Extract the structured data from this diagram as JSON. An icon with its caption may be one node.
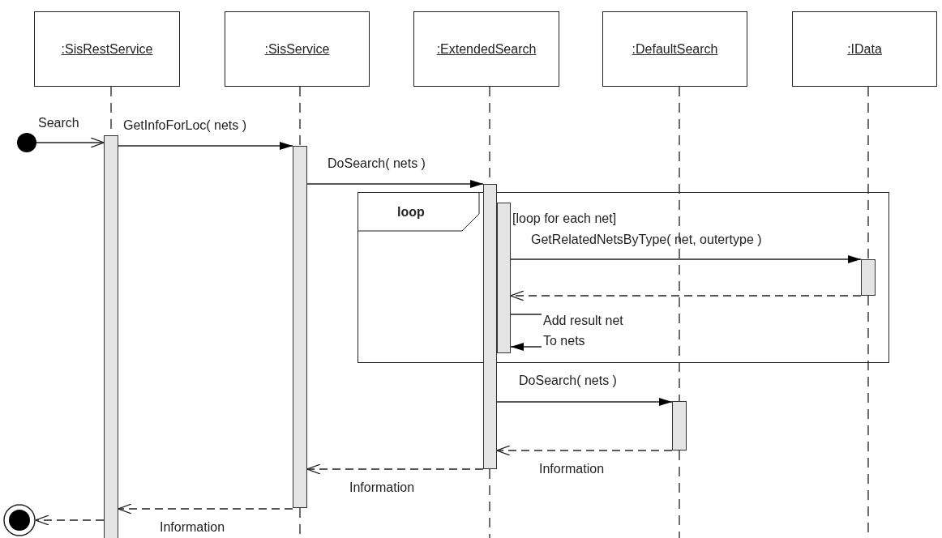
{
  "diagram": {
    "nodes": [
      {
        "text": [
          ":SisRestService"
        ]
      },
      {
        "text": [
          ":SisService"
        ]
      },
      {
        "text": [
          ":ExtendedSearch"
        ]
      },
      {
        "text": [
          ":DefaultSearch"
        ]
      },
      {
        "text": [
          ":IData"
        ]
      },
      {
        "text": [],
        "shape": "circle"
      },
      {
        "text": [],
        "shape": "circle"
      },
      {
        "text": [],
        "shape": "bar"
      },
      {
        "text": [],
        "shape": "bar"
      },
      {
        "text": [],
        "shape": "bar"
      },
      {
        "text": [],
        "shape": "bar",
        "in": 13
      },
      {
        "text": [],
        "shape": "bar",
        "in": 13
      },
      {
        "text": [],
        "shape": "bar"
      },
      {
        "text": [
          "loop"
        ]
      }
    ],
    "edges": [
      {
        "from": 5,
        "to": 7,
        "arrow": "to",
        "label": "Search"
      },
      {
        "from": 7,
        "to": 8,
        "arrow": "to",
        "label": "GetInfoForLoc( nets )"
      },
      {
        "from": 8,
        "to": 9,
        "arrow": "to",
        "label": "DoSearch( nets )"
      },
      {
        "from": 10,
        "to": 11,
        "arrow": "to",
        "label": "GetRelatedNetsByType( net, outertype )"
      },
      {
        "from": 11,
        "to": 10,
        "arrow": "to",
        "style": "dashed"
      },
      {
        "from": 10,
        "to": 10,
        "arrow": "to",
        "label": "Add result net To nets"
      },
      {
        "from": 9,
        "to": 12,
        "arrow": "to",
        "label": "DoSearch( nets )"
      },
      {
        "from": 12,
        "to": 9,
        "arrow": "to",
        "style": "dashed",
        "label": "Information"
      },
      {
        "from": 9,
        "to": 8,
        "arrow": "to",
        "style": "dashed",
        "label": "Information"
      },
      {
        "from": 8,
        "to": 7,
        "arrow": "to",
        "style": "dashed",
        "label": "Information"
      },
      {
        "from": 7,
        "to": 6,
        "arrow": "to",
        "style": "dashed"
      },
      {
        "from": 0,
        "to": 7,
        "arrow": "none",
        "style": "dashed"
      },
      {
        "from": 1,
        "to": 8,
        "arrow": "none",
        "style": "dashed"
      },
      {
        "from": 2,
        "to": 9,
        "arrow": "none",
        "style": "dashed"
      },
      {
        "from": 3,
        "to": 12,
        "arrow": "none",
        "style": "dashed"
      },
      {
        "from": 4,
        "to": 11,
        "arrow": "none",
        "style": "dashed"
      }
    ],
    "labels": [
      "[loop for each net]"
    ]
  }
}
